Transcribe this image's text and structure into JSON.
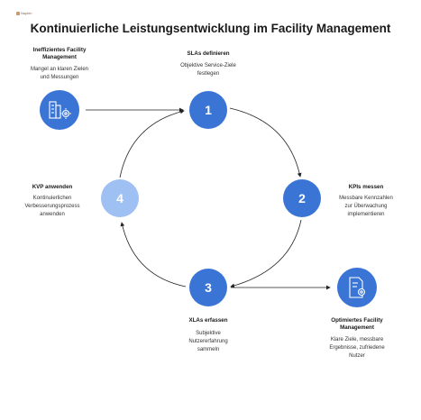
{
  "logo_text": "Napkin",
  "title": "Kontinuierliche Leistungsentwicklung im Facility Management",
  "start": {
    "heading": [
      "Ineffizientes Facility",
      "Management"
    ],
    "desc": [
      "Mangel an klaren Zielen",
      "und Messungen"
    ],
    "icon": "building-gear-icon"
  },
  "end": {
    "heading": [
      "Optimiertes Facility",
      "Management"
    ],
    "desc": [
      "Klare Ziele, messbare",
      "Ergebnisse, zufriedene",
      "Nutzer"
    ],
    "icon": "document-gear-icon"
  },
  "steps": [
    {
      "number": "1",
      "heading": "SLAs definieren",
      "desc": [
        "Objektive Service-Ziele",
        "festlegen"
      ],
      "color": "#3a75d6"
    },
    {
      "number": "2",
      "heading": "KPIs messen",
      "desc": [
        "Messbare Kennzahlen",
        "zur Überwachung",
        "implementieren"
      ],
      "color": "#3a75d6"
    },
    {
      "number": "3",
      "heading": "XLAs erfassen",
      "desc": [
        "Subjektive",
        "Nutzererfahrung",
        "sammeln"
      ],
      "color": "#3a75d6"
    },
    {
      "number": "4",
      "heading": "KVP anwenden",
      "desc": [
        "Kontinuierlichen",
        "Verbesserungsprozess",
        "anwenden"
      ],
      "color": "#9ec0f2"
    }
  ],
  "colors": {
    "accent": "#3a75d6",
    "light": "#9ec0f2",
    "line": "#222222"
  }
}
